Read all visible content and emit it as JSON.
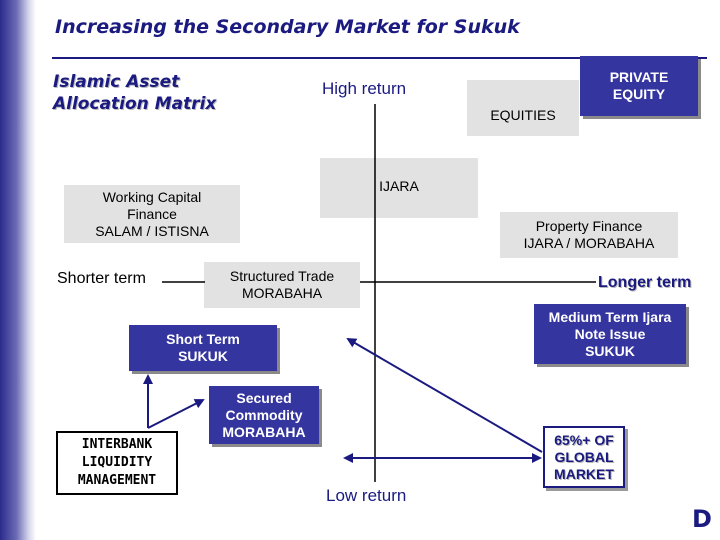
{
  "slide": {
    "title": "Increasing the Secondary Market for Sukuk",
    "matrix_title_line1": "Islamic Asset",
    "matrix_title_line2": "Allocation Matrix"
  },
  "axes": {
    "high": "High return",
    "low": "Low return",
    "shorter": "Shorter term",
    "longer": "Longer term"
  },
  "boxes": {
    "equities": "EQUITIES",
    "private_equity": [
      "PRIVATE",
      "EQUITY"
    ],
    "ijara": "IJARA",
    "working_capital": [
      "Working Capital",
      "Finance",
      "SALAM / ISTISNA"
    ],
    "property_finance": [
      "Property Finance",
      "IJARA / MORABAHA"
    ],
    "structured_trade": [
      "Structured Trade",
      "MORABAHA"
    ],
    "medium_term": [
      "Medium Term Ijara",
      "Note Issue",
      "SUKUK"
    ],
    "short_term": [
      "Short Term",
      "SUKUK"
    ],
    "secured_commodity": [
      "Secured",
      "Commodity",
      "MORABAHA"
    ],
    "interbank": [
      "INTERBANK",
      "LIQUIDITY",
      "MANAGEMENT"
    ],
    "global_market": [
      "65%+ OF",
      "GLOBAL",
      "MARKET"
    ]
  },
  "logo": {
    "letter": "D"
  },
  "colors": {
    "navy": "#1a1a80",
    "box_blue": "#3535a0",
    "box_grey": "#e2e2e2"
  }
}
